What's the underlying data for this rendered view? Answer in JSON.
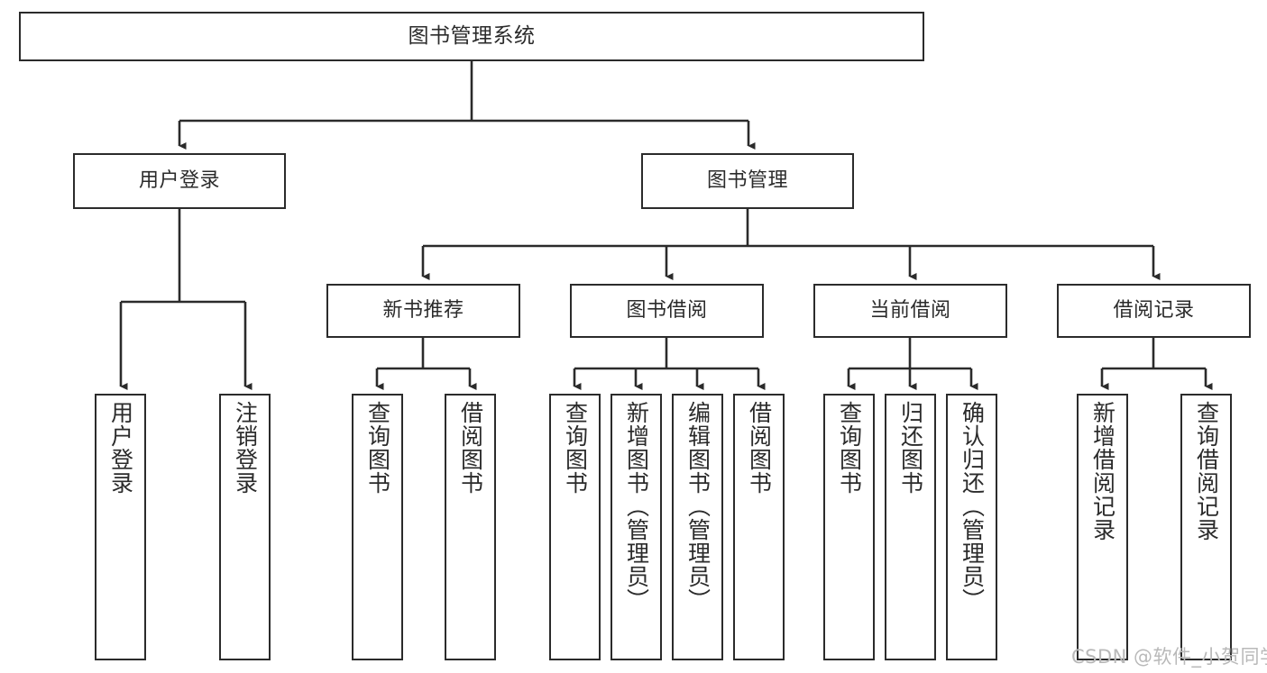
{
  "diagram": {
    "title": "图书管理系统",
    "type": "hierarchy-tree",
    "edge_color": "#2b2b2b",
    "box_border_color": "#2b2b2b",
    "box_fill_color": "#ffffff",
    "text_color": "#2b2b2b",
    "levels": 4
  },
  "nodes": {
    "root": {
      "label": "图书管理系统",
      "orientation": "horizontal"
    },
    "level2": [
      {
        "label": "用户登录",
        "orientation": "horizontal"
      },
      {
        "label": "图书管理",
        "orientation": "horizontal"
      }
    ],
    "level3": [
      {
        "label": "新书推荐",
        "orientation": "horizontal"
      },
      {
        "label": "图书借阅",
        "orientation": "horizontal"
      },
      {
        "label": "当前借阅",
        "orientation": "horizontal"
      },
      {
        "label": "借阅记录",
        "orientation": "horizontal"
      }
    ],
    "leaves_user_login": [
      {
        "label": "用户登录",
        "orientation": "vertical"
      },
      {
        "label": "注销登录",
        "orientation": "vertical"
      }
    ],
    "leaves_new_books": [
      {
        "label": "查询图书",
        "orientation": "vertical"
      },
      {
        "label": "借阅图书",
        "orientation": "vertical"
      }
    ],
    "leaves_borrow": [
      {
        "label": "查询图书",
        "orientation": "vertical"
      },
      {
        "label": "新增图书（管理员）",
        "orientation": "vertical"
      },
      {
        "label": "编辑图书（管理员）",
        "orientation": "vertical"
      },
      {
        "label": "借阅图书",
        "orientation": "vertical"
      }
    ],
    "leaves_current": [
      {
        "label": "查询图书",
        "orientation": "vertical"
      },
      {
        "label": "归还图书",
        "orientation": "vertical"
      },
      {
        "label": "确认归还（管理员）",
        "orientation": "vertical"
      }
    ],
    "leaves_records": [
      {
        "label": "新增借阅记录",
        "orientation": "vertical"
      },
      {
        "label": "查询借阅记录",
        "orientation": "vertical"
      }
    ]
  },
  "watermark": {
    "text": "CSDN @软件_小贺同学",
    "color": "#b9b9b9"
  }
}
